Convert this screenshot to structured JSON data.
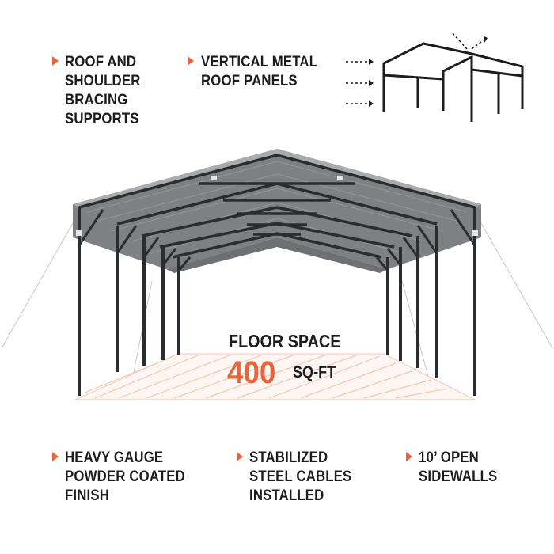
{
  "colors": {
    "accent": "#e8643a",
    "text": "#1c1c1c",
    "frame": "#2a2d30",
    "roof": "#8a8c8e",
    "floor_stripes": "#f0c9b8"
  },
  "features_top": [
    {
      "icon": "orange-triangle-bullet",
      "lines": [
        "ROOF AND",
        "SHOULDER",
        "BRACING",
        "SUPPORTS"
      ]
    },
    {
      "icon": "orange-triangle-bullet",
      "lines": [
        "VERTICAL METAL",
        "ROOF PANELS"
      ]
    }
  ],
  "diagram": {
    "icon": "vertical-roof-panel-frame-diagram",
    "arrows": [
      "dashed-arrow",
      "dashed-arrow",
      "dashed-arrow"
    ]
  },
  "floor_space": {
    "title": "FLOOR SPACE",
    "value": "400",
    "unit": "SQ-FT"
  },
  "features_bottom": [
    {
      "icon": "orange-triangle-bullet",
      "lines": [
        "HEAVY GAUGE",
        "POWDER COATED",
        "FINISH"
      ]
    },
    {
      "icon": "orange-triangle-bullet",
      "lines": [
        "STABILIZED",
        "STEEL CABLES",
        "INSTALLED"
      ]
    },
    {
      "icon": "orange-triangle-bullet",
      "lines": [
        "10’ OPEN",
        "SIDEWALLS"
      ]
    }
  ]
}
